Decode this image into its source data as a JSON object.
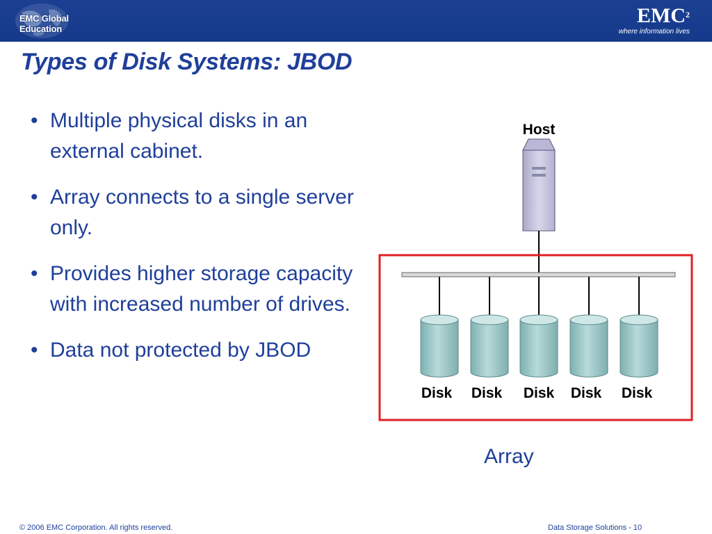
{
  "header": {
    "left_logo_text": "EMC Global Education",
    "right_logo_word": "EMC",
    "right_logo_superscript": "2",
    "right_logo_tagline": "where information lives"
  },
  "slide": {
    "title": "Types of Disk Systems: JBOD",
    "bullets": [
      "Multiple physical disks in an external cabinet.",
      "Array connects to a single server only.",
      "Provides higher storage capacity with increased number of drives.",
      "Data not protected by JBOD"
    ]
  },
  "diagram": {
    "host_label": "Host",
    "disk_labels": [
      "Disk",
      "Disk",
      "Disk",
      "Disk",
      "Disk"
    ],
    "array_label": "Array"
  },
  "footer": {
    "copyright": "© 2006 EMC Corporation. All rights reserved.",
    "page_label": "Data Storage Solutions  - 10"
  },
  "colors": {
    "header_blue": "#1c3f92",
    "text_blue": "#1f3f9a",
    "array_border": "#e21f26",
    "disk_teal": "#9ec7c7",
    "host_lavender": "#c6c6de"
  }
}
